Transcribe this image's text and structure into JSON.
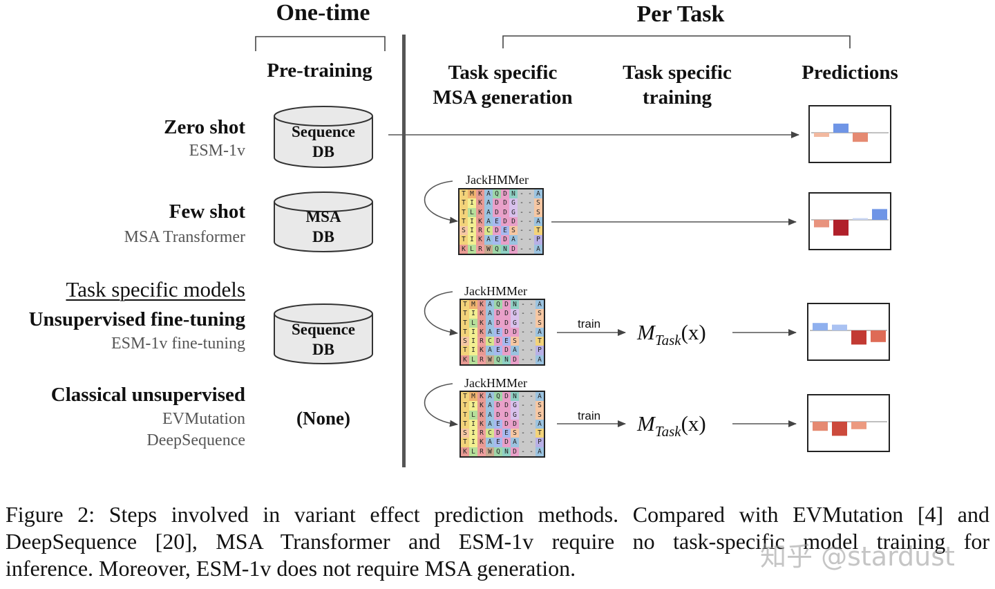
{
  "headers": {
    "one_time": "One-time",
    "per_task": "Per Task",
    "pretraining": "Pre-training",
    "msa_generation_line1": "Task specific",
    "msa_generation_line2": "MSA generation",
    "task_training_line1": "Task specific",
    "task_training_line2": "training",
    "predictions": "Predictions"
  },
  "rows": [
    {
      "title": "Zero shot",
      "subtitle": "ESM-1v",
      "db_line1": "Sequence",
      "db_line2": "DB"
    },
    {
      "title": "Few shot",
      "subtitle": "MSA Transformer",
      "db_line1": "MSA",
      "db_line2": "DB"
    },
    {
      "title": "Unsupervised fine-tuning",
      "subtitle": "ESM-1v fine-tuning",
      "db_line1": "Sequence",
      "db_line2": "DB"
    },
    {
      "title": "Classical unsupervised",
      "subtitle_line1": "EVMutation",
      "subtitle_line2": "DeepSequence",
      "none_label": "(None)"
    }
  ],
  "task_specific_models": "Task specific models",
  "msa_tool": "JackHMMer",
  "train_label": "train",
  "model_label": {
    "m": "M",
    "sub": "Task",
    "arg": "(x)"
  },
  "msa_rows": [
    "TMKAQDN-A",
    "TIKADDG-S",
    "TLKADDG-S",
    "TIKAEDD-A",
    "SIRCDES-T",
    "TIKAEDA-P",
    "KLRWQND-A"
  ],
  "msa_colors": {
    "T": "#f3d37a",
    "M": "#f0b470",
    "K": "#e89a93",
    "A": "#9bc3e0",
    "Q": "#9ed6a8",
    "D": "#e9a0c9",
    "N": "#8fd0c4",
    "-": "#c9c9c9",
    "I": "#f2ef91",
    "G": "#d8c1ec",
    "S": "#f6c7a3",
    "L": "#b6df9a",
    "E": "#a7b9ef",
    "R": "#ef9f9f",
    "C": "#d6e48c",
    "P": "#b8b0e6",
    "W": "#c8a98f"
  },
  "predictions": [
    {
      "bars": [
        {
          "v": -0.25,
          "c": "#f2b9a0"
        },
        {
          "v": 0.55,
          "c": "#6f95e6"
        },
        {
          "v": -0.55,
          "c": "#e58a72"
        },
        {
          "v": -0.05,
          "c": "#c8c8c8"
        }
      ]
    },
    {
      "bars": [
        {
          "v": -0.45,
          "c": "#e8937e"
        },
        {
          "v": -0.95,
          "c": "#b0202a"
        },
        {
          "v": 0.1,
          "c": "#c7d4f2"
        },
        {
          "v": 0.65,
          "c": "#6f95e6"
        }
      ]
    },
    {
      "bars": [
        {
          "v": 0.45,
          "c": "#8fb0ee"
        },
        {
          "v": 0.35,
          "c": "#aac2f2"
        },
        {
          "v": -0.85,
          "c": "#c23a33"
        },
        {
          "v": -0.7,
          "c": "#de6b56"
        }
      ]
    },
    {
      "bars": [
        {
          "v": -0.55,
          "c": "#e58a72"
        },
        {
          "v": -0.85,
          "c": "#cc4a3c"
        },
        {
          "v": -0.45,
          "c": "#ec9a80"
        },
        {
          "v": 0.0,
          "c": "#cccccc"
        }
      ]
    }
  ],
  "caption": {
    "line1": "Figure 2: Steps involved in variant effect prediction methods. Compared with EVMutation [4] and",
    "line2": "DeepSequence [20], MSA Transformer and ESM-1v require no task-specific model training for",
    "line3": "inference. Moreover, ESM-1v does not require MSA generation."
  },
  "watermark": "知乎 @stardust"
}
